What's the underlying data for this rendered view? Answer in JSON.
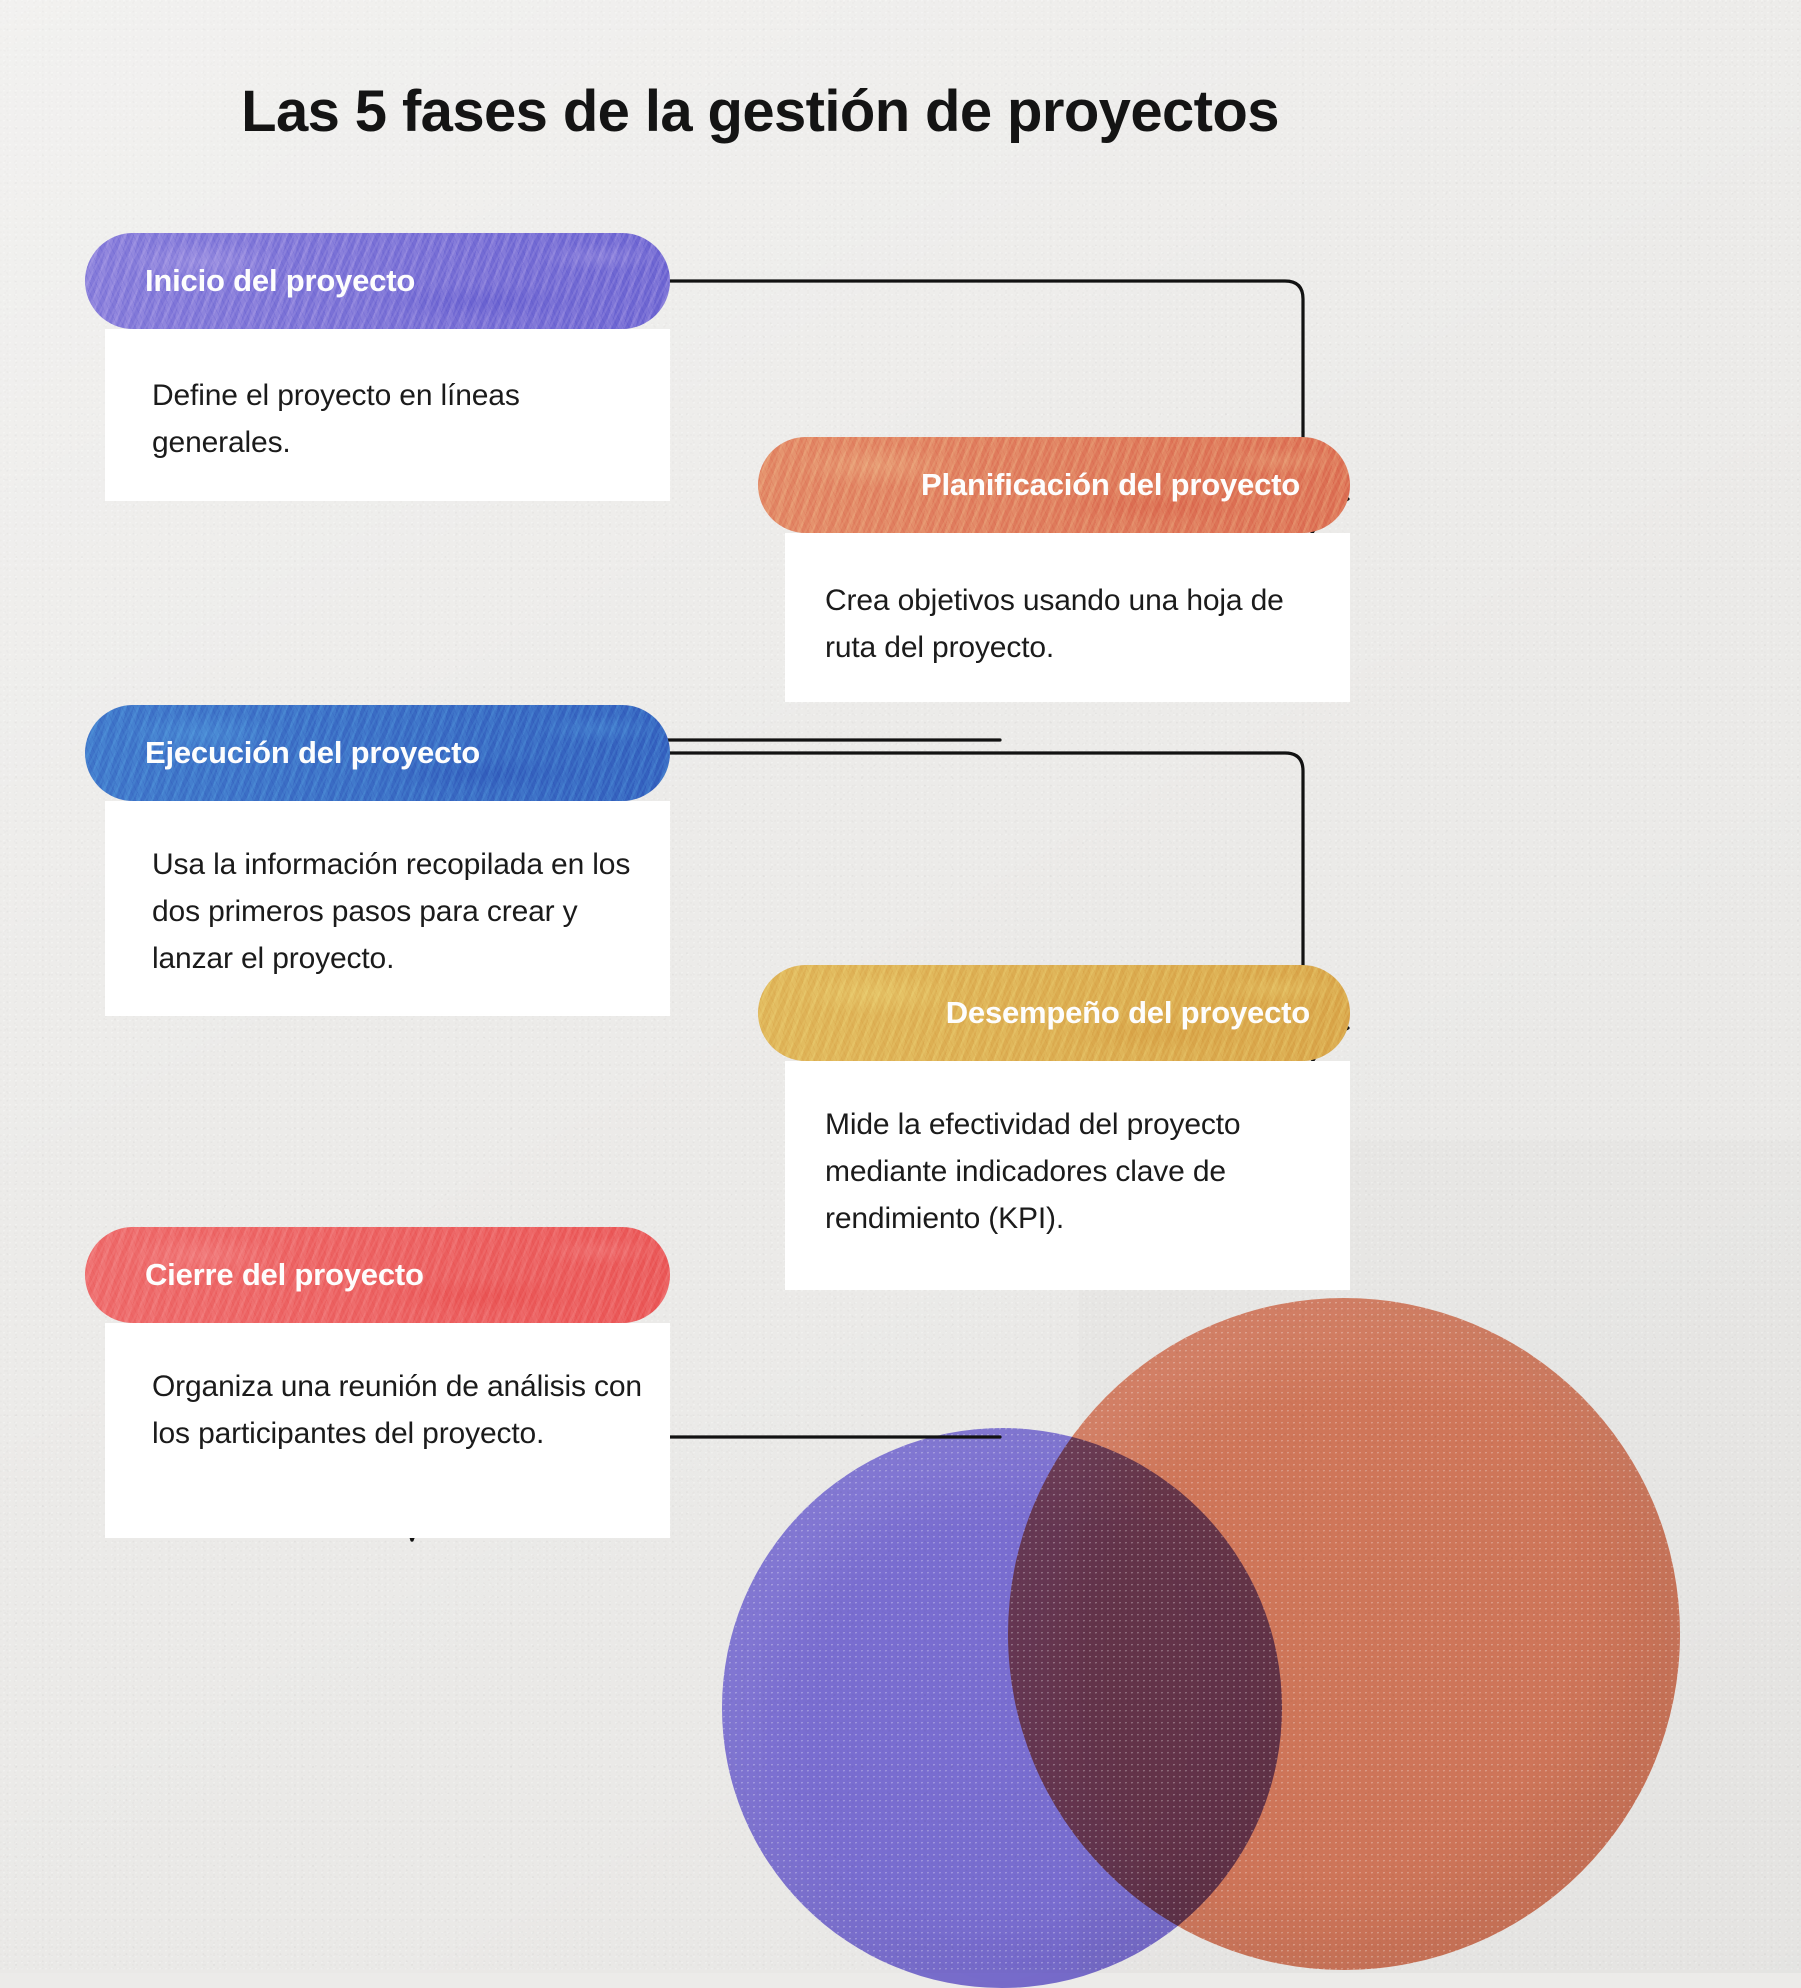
{
  "page": {
    "title": "Las 5 fases de la gestión de proyectos",
    "background_color": "#ecebe9"
  },
  "phases": [
    {
      "id": "inicio",
      "header": "Inicio del proyecto",
      "body": "Define el proyecto en líneas generales.",
      "color": "#7a71d6",
      "side": "left"
    },
    {
      "id": "planificacion",
      "header": "Planificación del proyecto",
      "body": "Crea objetivos usando una hoja de ruta del proyecto.",
      "color": "#df7b5c",
      "side": "right"
    },
    {
      "id": "ejecucion",
      "header": "Ejecución del proyecto",
      "body": "Usa la información recopilada en los dos primeros pasos para crear y lanzar el proyecto.",
      "color": "#3a6cc4",
      "side": "left"
    },
    {
      "id": "desempeno",
      "header": "Desempeño del proyecto",
      "body": "Mide la efectividad del proyecto mediante indicadores clave de rendimiento (KPI).",
      "color": "#dcad51",
      "side": "right"
    },
    {
      "id": "cierre",
      "header": "Cierre del proyecto",
      "body": "Organiza una reunión de análisis con los participantes del proyecto.",
      "color": "#ec6161",
      "side": "left"
    }
  ],
  "connectors": [
    {
      "name": "arrow-inicio-to-planificacion",
      "from": "inicio",
      "to": "planificacion"
    },
    {
      "name": "arrow-planificacion-to-ejecucion",
      "from": "planificacion",
      "to": "ejecucion"
    },
    {
      "name": "arrow-ejecucion-to-desempeno",
      "from": "ejecucion",
      "to": "desempeno"
    },
    {
      "name": "arrow-desempeno-to-cierre",
      "from": "desempeno",
      "to": "cierre"
    }
  ],
  "decoration": {
    "circle_terracotta_color": "#d4785b",
    "circle_purple_color": "#7a6ed2"
  }
}
